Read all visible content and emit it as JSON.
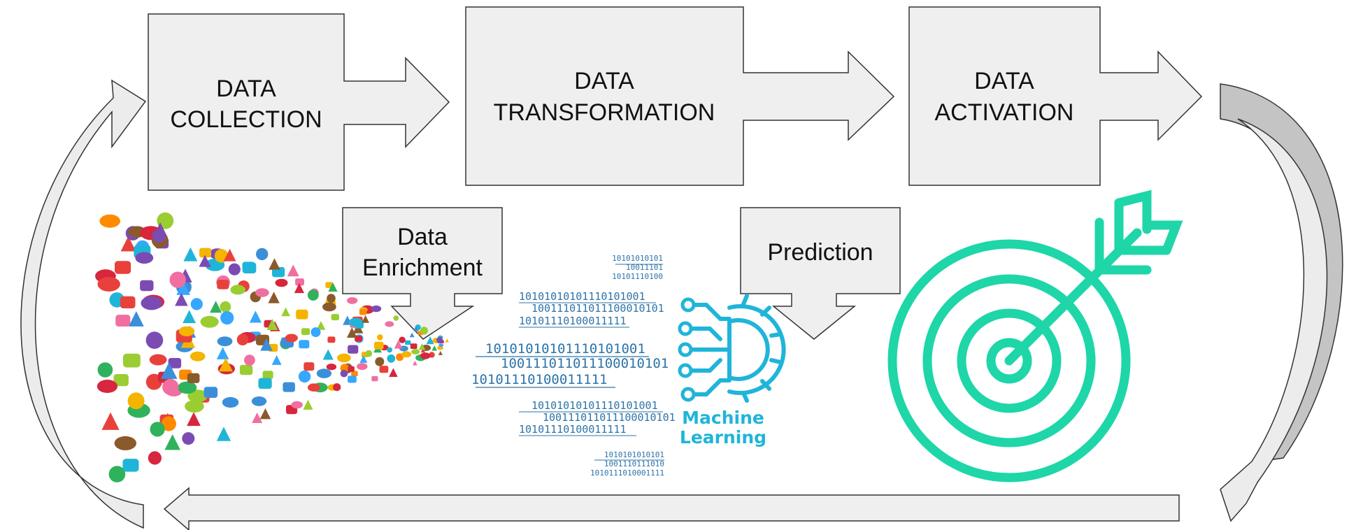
{
  "stages": [
    {
      "line1": "DATA",
      "line2": "COLLECTION"
    },
    {
      "line1": "DATA",
      "line2": "TRANSFORMATION"
    },
    {
      "line1": "DATA",
      "line2": "ACTIVATION"
    }
  ],
  "callouts": {
    "enrichment": {
      "line1": "Data",
      "line2": "Enrichment"
    },
    "prediction": {
      "line1": "Prediction"
    }
  },
  "machine_learning": {
    "line1": "Machine",
    "line2": "Learning"
  },
  "binary_lines": [
    "10101010101",
    "10011101",
    "10101110100",
    "10101010101110101001",
    "100111011011100010101",
    "10101110100011111",
    "10101010101110101001",
    "100111011011100010101",
    "10101110100011111",
    "10101010101110101001",
    "100111011011100010101",
    "10101110100011111",
    "1010101010101",
    "1001110111010",
    "1010111010001111"
  ],
  "colors": {
    "box_fill": "#efefef",
    "loop_arrow_fill": "#ececec",
    "return_arrow_shadow": "#c4c4c4",
    "target_color": "#1ed6a8",
    "ml_color": "#1fb5d9",
    "binary_color": "#2d73a8"
  },
  "icons": [
    "social-media-icon-cluster",
    "binary-code-stream",
    "machine-learning-gear-icon",
    "target-arrow-icon"
  ]
}
